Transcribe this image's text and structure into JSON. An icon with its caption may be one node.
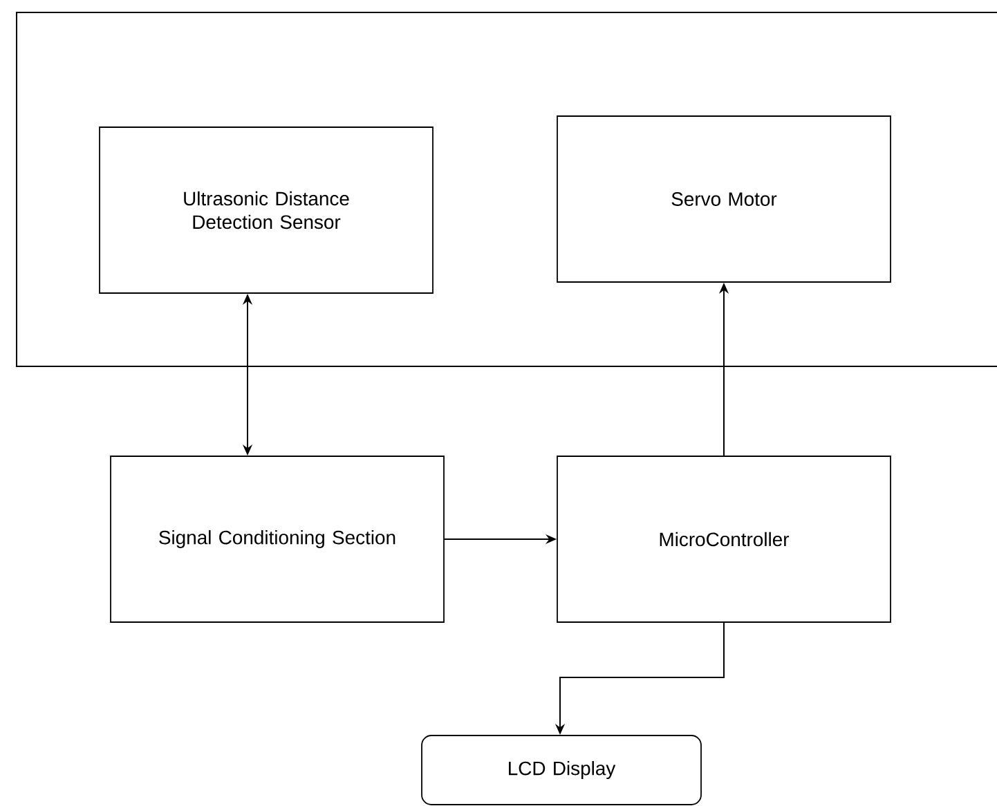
{
  "diagram": {
    "nodes": [
      {
        "text": [
          "Ultrasonic Distance Detection Sensor"
        ]
      },
      {
        "text": [
          "Servo Motor"
        ]
      },
      {
        "text": [
          "Signal Conditioning Section"
        ]
      },
      {
        "text": [
          "MicroController"
        ]
      },
      {
        "text": [
          "LCD Display"
        ]
      }
    ],
    "edges": [
      {
        "from": 0,
        "to": 2,
        "arrow": "both"
      },
      {
        "from": 2,
        "to": 3,
        "arrow": "to"
      },
      {
        "from": 3,
        "to": 1,
        "arrow": "to"
      },
      {
        "from": 3,
        "to": 4,
        "arrow": "to"
      }
    ]
  }
}
